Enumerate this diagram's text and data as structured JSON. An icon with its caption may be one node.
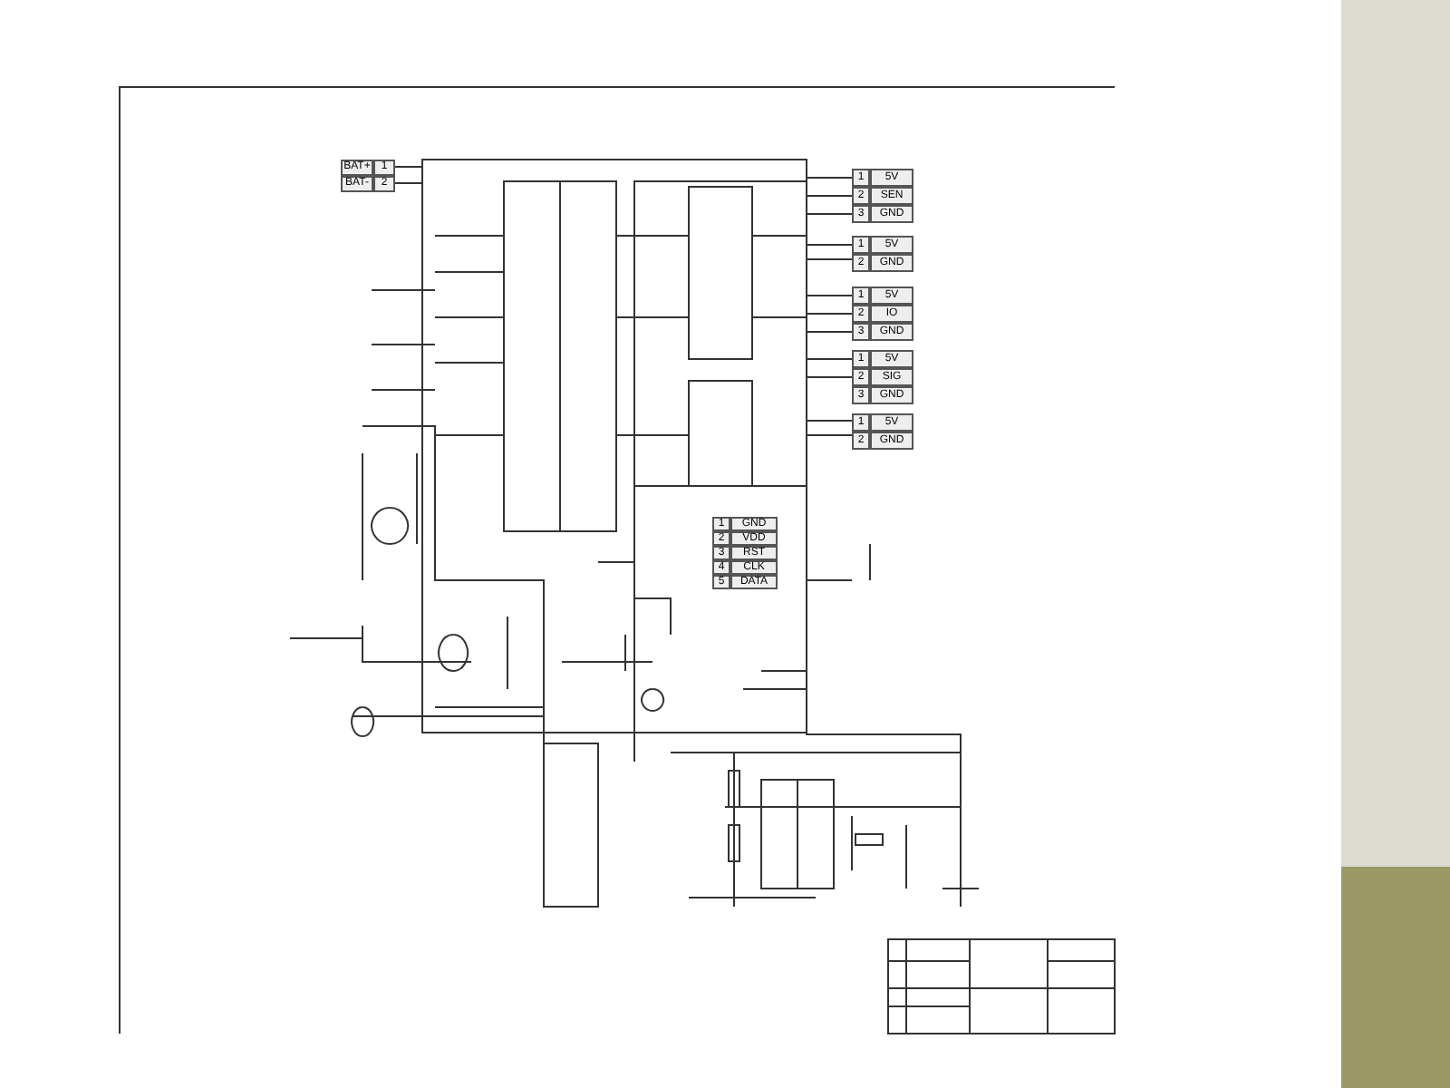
{
  "diagram": {
    "labels": [
      "BAT+",
      "1",
      "BAT-",
      "2",
      "1",
      "5V",
      "2",
      "SEN",
      "3",
      "GND",
      "1",
      "5V",
      "2",
      "GND",
      "1",
      "5V",
      "2",
      "IO",
      "3",
      "GND",
      "1",
      "5V",
      "2",
      "SIG",
      "3",
      "GND",
      "1",
      "5V",
      "2",
      "GND",
      "1",
      "GND",
      "2",
      "VDD",
      "3",
      "RST",
      "4",
      "CLK",
      "5",
      "DATA"
    ]
  }
}
